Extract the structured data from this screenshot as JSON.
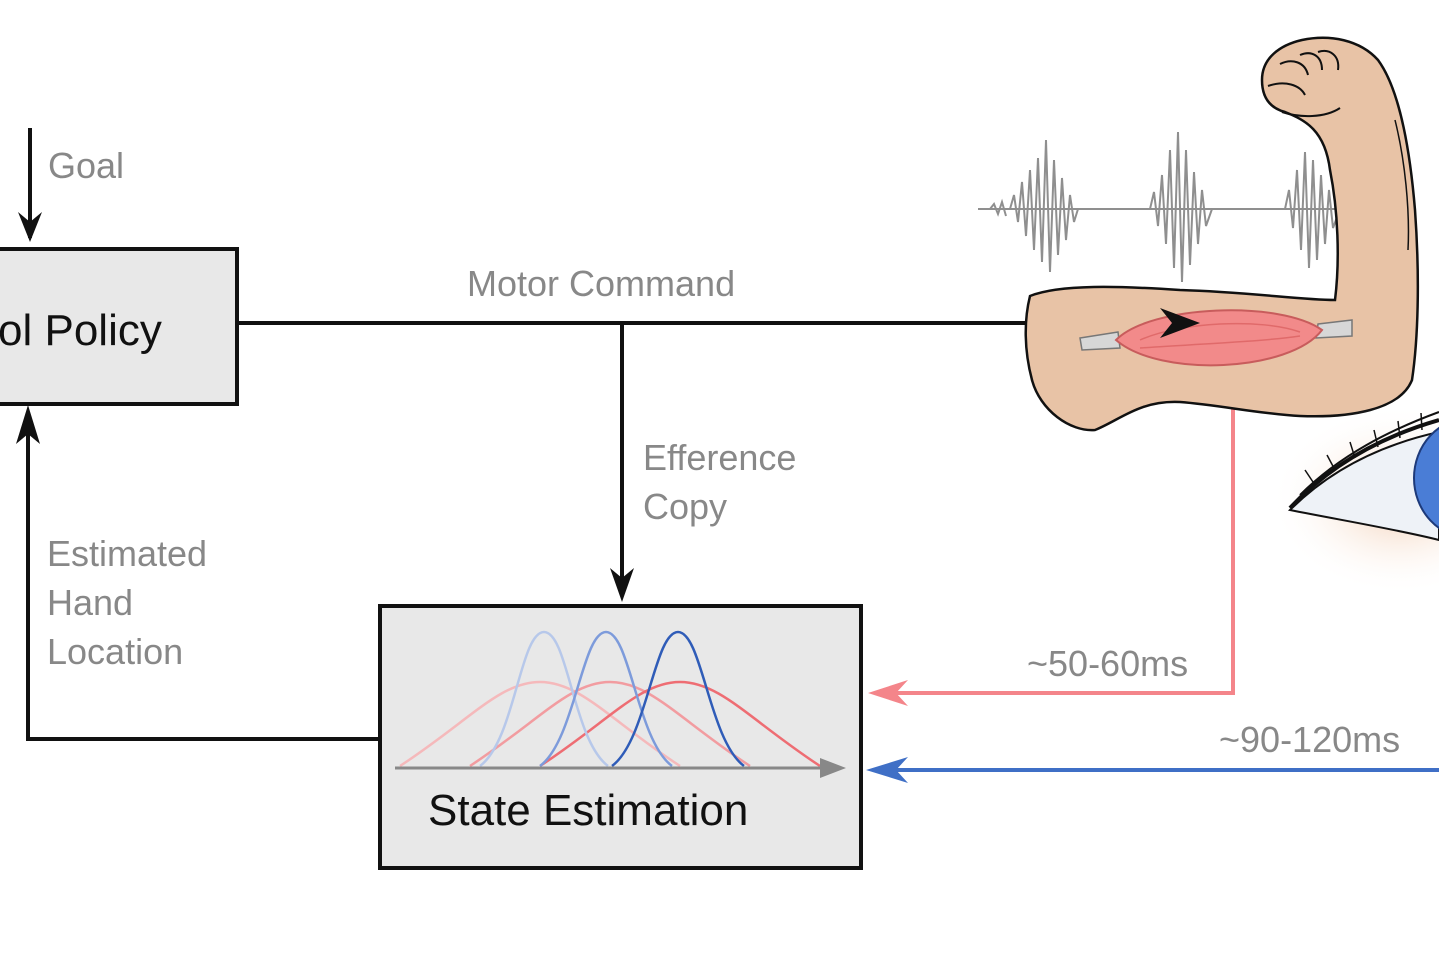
{
  "labels": {
    "goal": "Goal",
    "policy": "ol Policy",
    "motor_command": "Motor Command",
    "efference_line1": "Efference",
    "efference_line2": "Copy",
    "estimated_line1": "Estimated",
    "estimated_line2": "Hand",
    "estimated_line3": "Location",
    "state_estimation": "State Estimation",
    "delay_proprio": "~50-60ms",
    "delay_visual": "~90-120ms"
  },
  "colors": {
    "box_fill": "#e8e8e8",
    "line": "#111111",
    "label_gray": "#888888",
    "proprio": "#f4858a",
    "visual": "#3f6fc6",
    "skin": "#e8c3a6",
    "muscle": "#f28a8a",
    "iris": "#4a7dd6"
  },
  "icons": [
    "flexed-arm-icon",
    "emg-signal-icon",
    "muscle-icon",
    "eye-icon"
  ]
}
